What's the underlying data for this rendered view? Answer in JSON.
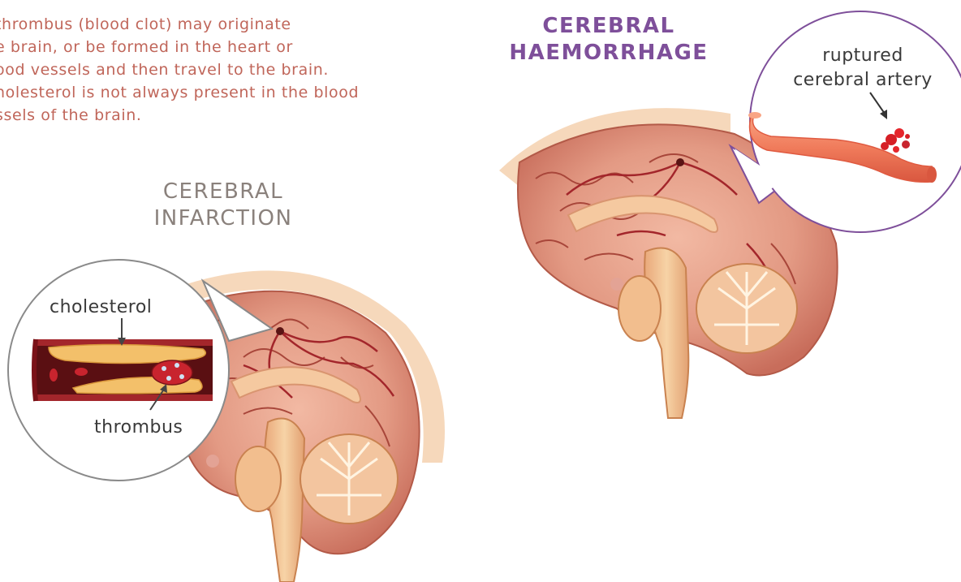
{
  "intro": {
    "lines": [
      "thrombus (blood clot) may originate",
      "e brain, or be formed in the heart or",
      "ood vessels and then travel to the brain.",
      "holesterol is not always present in the blood",
      "ssels of the brain."
    ]
  },
  "cerebral_infarction": {
    "title_lines": [
      "CEREBRAL",
      "INFARCTION"
    ],
    "callout_labels": {
      "cholesterol": "cholesterol",
      "thrombus": "thrombus"
    }
  },
  "cerebral_haemorrhage": {
    "title_lines": [
      "CEREBRAL",
      "HAEMORRHAGE"
    ],
    "callout_label_lines": [
      "ruptured",
      "cerebral artery"
    ]
  },
  "colors": {
    "intro_text": "#c0665a",
    "infarction_title": "#8a817c",
    "haemorrhage_title": "#7e4f9a",
    "brain": "#e39a84",
    "vessel": "#a3262b",
    "skull": "#f6d8bb"
  }
}
